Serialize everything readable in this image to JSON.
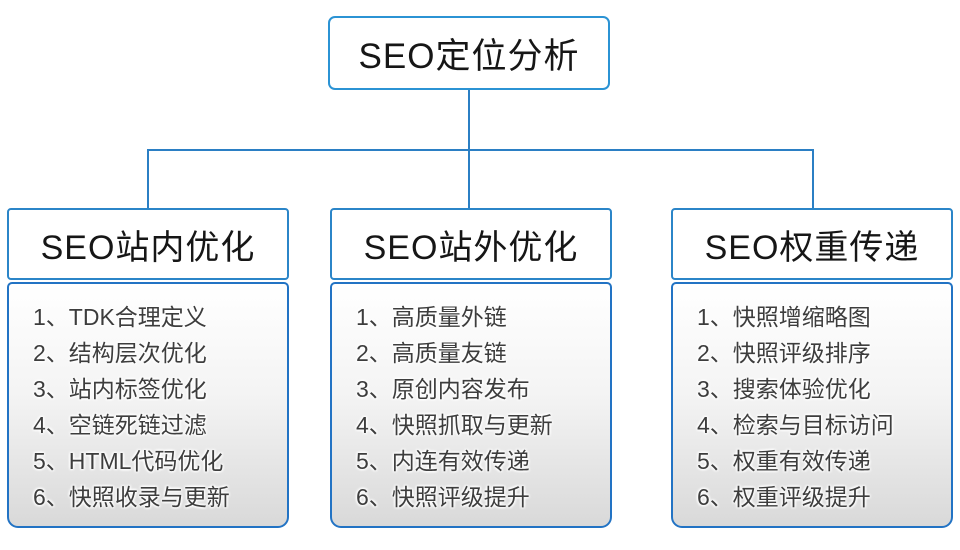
{
  "diagram": {
    "root": {
      "label": "SEO定位分析"
    },
    "branches": [
      {
        "title": "SEO站内优化",
        "items": [
          "1、TDK合理定义",
          "2、结构层次优化",
          "3、站内标签优化",
          "4、空链死链过滤",
          "5、HTML代码优化",
          "6、快照收录与更新"
        ]
      },
      {
        "title": "SEO站外优化",
        "items": [
          "1、高质量外链",
          "2、高质量友链",
          "3、原创内容发布",
          "4、快照抓取与更新",
          "5、内连有效传递",
          "6、快照评级提升"
        ]
      },
      {
        "title": "SEO权重传递",
        "items": [
          "1、快照增缩略图",
          "2、快照评级排序",
          "3、搜索体验优化",
          "4、检索与目标访问",
          "5、权重有效传递",
          "6、权重评级提升"
        ]
      }
    ],
    "colors": {
      "connector_line": "#2b7fc4",
      "root_border": "#2b93d4",
      "header_border": "#2b85c8",
      "body_border": "#2273c4",
      "body_gradient_bottom": "#d9d9d9",
      "item_text": "#3d3d3d",
      "title_text": "#161616"
    }
  }
}
